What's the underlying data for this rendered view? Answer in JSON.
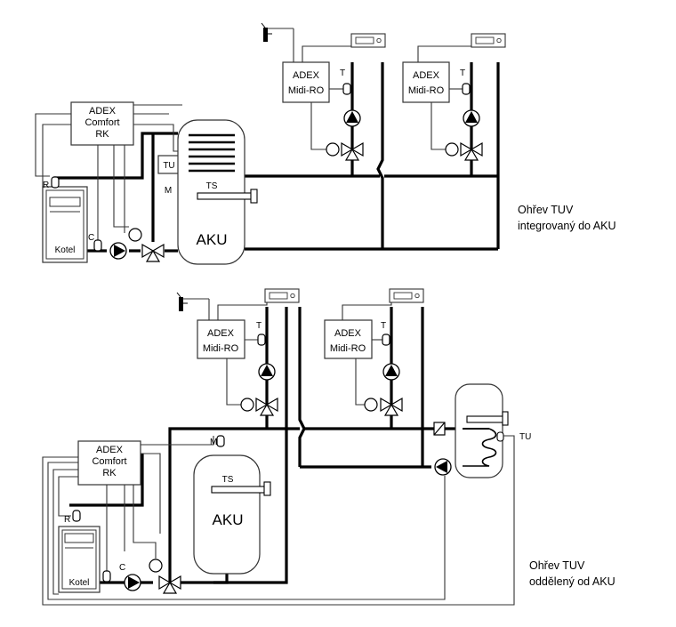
{
  "top": {
    "controller_main": [
      "ADEX",
      "Comfort",
      "RK"
    ],
    "controller_circuit_a": [
      "ADEX",
      "Midi-RO"
    ],
    "controller_circuit_b": [
      "ADEX",
      "Midi-RO"
    ],
    "boiler": "Kotel",
    "tank": "AKU",
    "sensor_r": "R",
    "sensor_c": "C",
    "sensor_tu": "TU",
    "sensor_m": "M",
    "sensor_ts": "TS",
    "sensor_t_a": "T",
    "sensor_t_b": "T",
    "caption": [
      "Ohřev TUV",
      "integrovaný do AKU"
    ]
  },
  "bottom": {
    "controller_main": [
      "ADEX",
      "Comfort",
      "RK"
    ],
    "controller_circuit_a": [
      "ADEX",
      "Midi-RO"
    ],
    "controller_circuit_b": [
      "ADEX",
      "Midi-RO"
    ],
    "boiler": "Kotel",
    "tank": "AKU",
    "sensor_r": "R",
    "sensor_c": "C",
    "sensor_m": "M",
    "sensor_ts": "TS",
    "sensor_tu": "TU",
    "sensor_t_a": "T",
    "sensor_t_b": "T",
    "caption": [
      "Ohřev TUV",
      "oddělený od AKU"
    ]
  }
}
